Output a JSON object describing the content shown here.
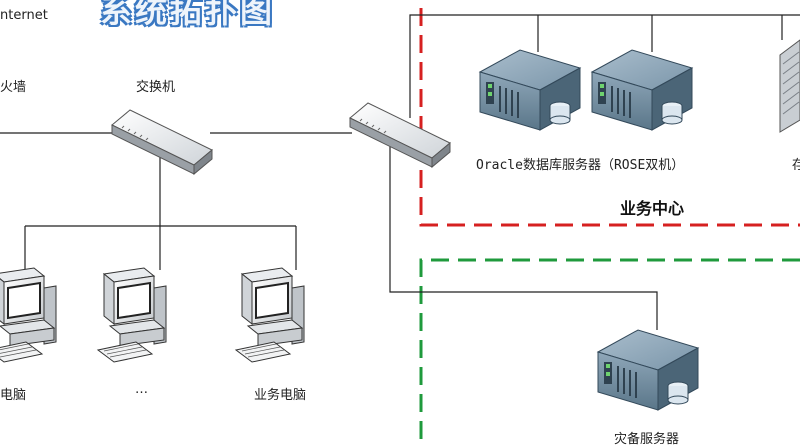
{
  "title": "系统拓扑图",
  "labels": {
    "internet": "nternet",
    "firewall": "火墙",
    "switch": "交换机",
    "oracle_servers": "Oracle数据库服务器（ROSE双机）",
    "business_center": "业务中心",
    "backup_server": "灾备服务器",
    "pc_left": "电脑",
    "pc_middle": "…",
    "pc_right": "业务电脑",
    "cut_label": "存"
  },
  "colors": {
    "red_zone": "#d62020",
    "green_zone": "#1f9a3c",
    "server_body": "#5f7d92",
    "server_dark": "#3e5566",
    "title_outline": "#3a78c2"
  },
  "icons": [
    "switch-icon",
    "server-icon",
    "computer-icon",
    "rack-server-icon"
  ]
}
